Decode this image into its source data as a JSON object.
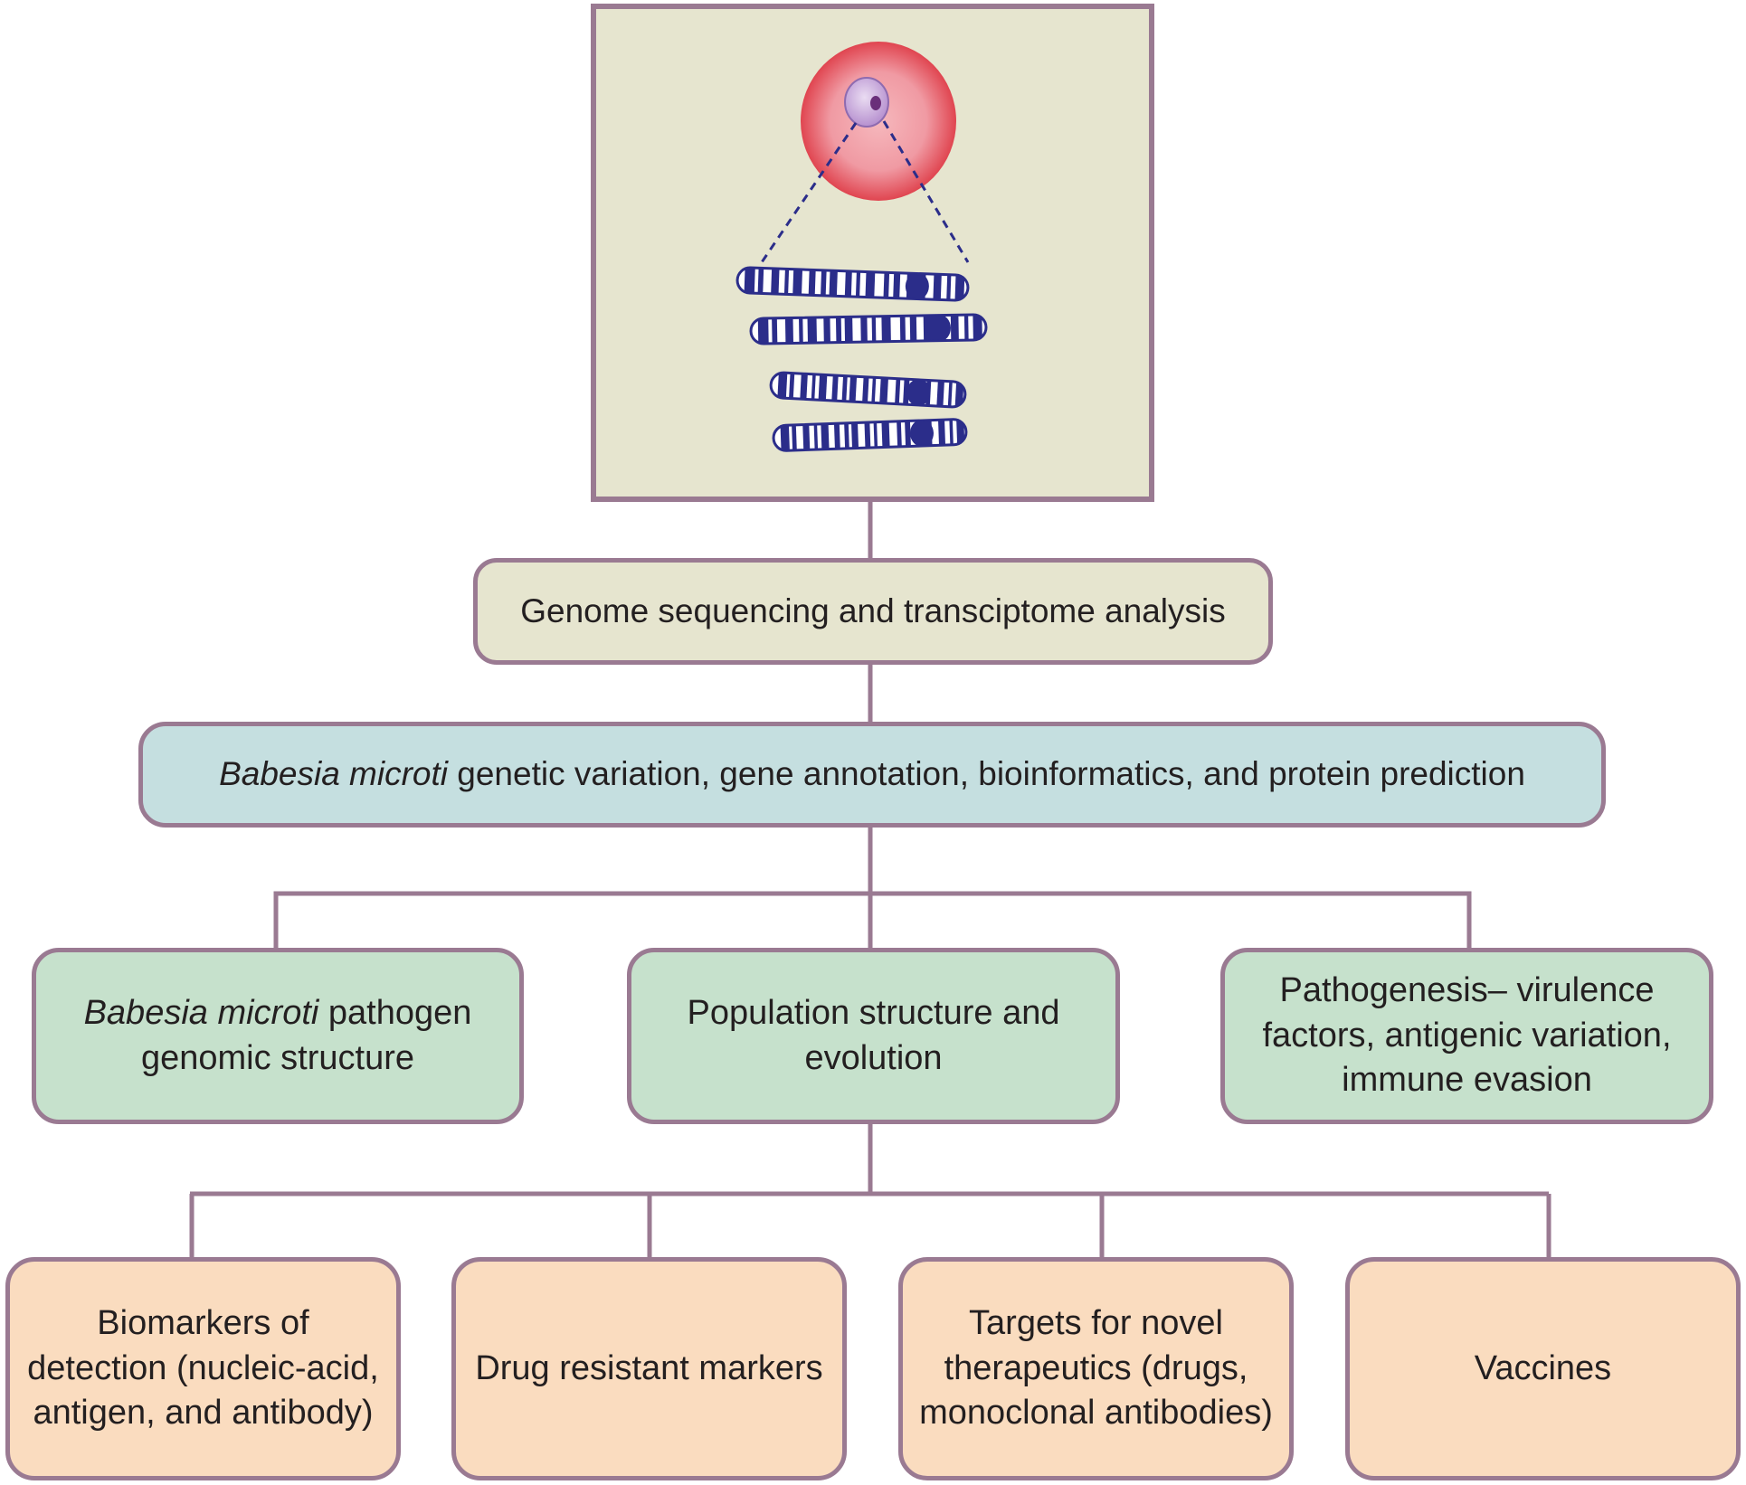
{
  "illustration": {
    "panel_background": "#e6e5cf",
    "panel_border": "#9a7a92",
    "cell_color": "#e04550",
    "cell_inner_color": "#f2a7ae",
    "nucleus_color": "#c9a6d8",
    "chromosome_dark": "#2b2d8a",
    "chromosome_light": "#ffffff",
    "icons": [
      "red-blood-cell-icon",
      "parasite-nucleus-icon",
      "chromosome-icon"
    ]
  },
  "nodes": {
    "genome": {
      "label": "Genome sequencing and transciptome analysis"
    },
    "annotation": {
      "species": "Babesia microti",
      "rest": " genetic variation, gene annotation, bioinformatics, and protein prediction"
    },
    "genomic_structure": {
      "species": "Babesia microti",
      "rest": " pathogen genomic structure"
    },
    "population": {
      "label": "Population structure and evolution"
    },
    "pathogenesis": {
      "label": "Pathogenesis– virulence factors, antigenic variation, immune evasion"
    },
    "biomarkers": {
      "label": "Biomarkers of detection (nucleic-acid, antigen, and antibody)"
    },
    "drug_resistant": {
      "label": "Drug resistant markers"
    },
    "targets": {
      "label": "Targets for novel therapeutics (drugs, monoclonal antibodies)"
    },
    "vaccines": {
      "label": "Vaccines"
    }
  },
  "colors": {
    "connector": "#9a7a92",
    "genome_box": "#e6e5cf",
    "annotation_box": "#c5dfe0",
    "middle_boxes": "#c6e1cc",
    "bottom_boxes": "#fadcbf"
  }
}
